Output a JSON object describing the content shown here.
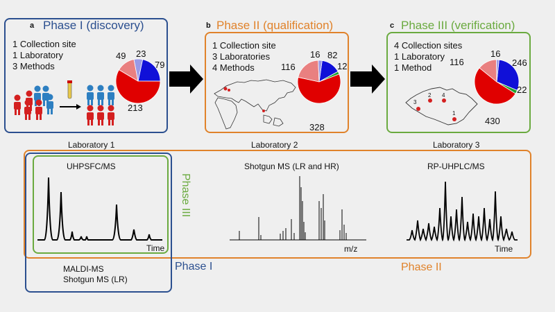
{
  "colors": {
    "phase1": "#2b4f8f",
    "phase2": "#e0822a",
    "phase3": "#6aaa3f",
    "pie_red": "#e00000",
    "pie_pink": "#e98080",
    "pie_blue": "#1010d8",
    "pie_lavender": "#9a9ae6",
    "pie_green": "#20a030",
    "person_blue": "#2d7fc1",
    "person_red": "#d42020"
  },
  "panels": {
    "a": {
      "letter": "a",
      "title": "Phase I (discovery)",
      "lines": [
        "1 Collection site",
        "1 Laboratory",
        "3 Methods"
      ],
      "pie_values": [
        79,
        213,
        49,
        23
      ],
      "pie_labels": [
        "79",
        "213",
        "49",
        "23"
      ]
    },
    "b": {
      "letter": "b",
      "title": "Phase II (qualification)",
      "lines": [
        "1 Collection site",
        "3 Laboratories",
        "4 Methods"
      ],
      "pie_values": [
        82,
        12,
        328,
        116,
        16
      ],
      "pie_labels": [
        "82",
        "12",
        "328",
        "116",
        "16"
      ]
    },
    "c": {
      "letter": "c",
      "title": "Phase III (verification)",
      "lines": [
        "4 Collection sites",
        "1 Laboratory",
        "1 Method"
      ],
      "pie_values": [
        246,
        22,
        430,
        116,
        16
      ],
      "pie_labels": [
        "246",
        "22",
        "430",
        "116",
        "16"
      ],
      "map_points": [
        "1",
        "2",
        "3",
        "4"
      ]
    }
  },
  "labs": [
    "Laboratory 1",
    "Laboratory 2",
    "Laboratory 3"
  ],
  "methods": {
    "uhpsfc": "UHPSFC/MS",
    "shotgun": "Shotgun MS (LR and HR)",
    "rp": "RP-UHPLC/MS",
    "maldi": "MALDI-MS",
    "shotgun_lr": "Shotgun MS (LR)"
  },
  "axes": {
    "time1": "Time",
    "mz": "m/z",
    "time2": "Time"
  },
  "regions": {
    "phase1": "Phase I",
    "phase2": "Phase II",
    "phase3": "Phase III"
  }
}
